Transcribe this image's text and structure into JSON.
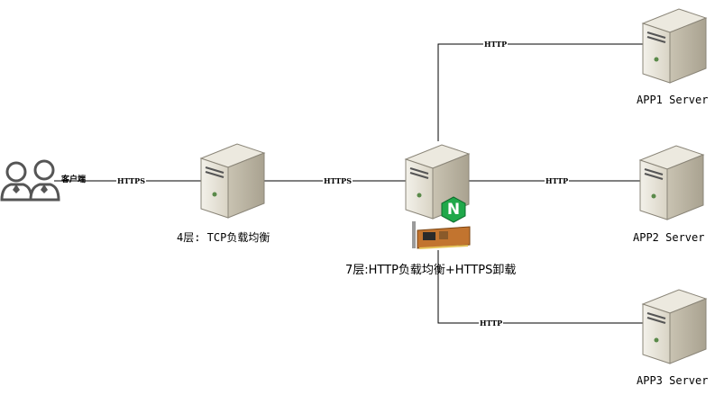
{
  "client": {
    "label": "客户端"
  },
  "links": {
    "client_to_l4": "HTTPS",
    "l4_to_l7": "HTTPS",
    "l7_to_app1": "HTTP",
    "l7_to_app2": "HTTP",
    "l7_to_app3": "HTTP"
  },
  "nodes": {
    "l4": {
      "label": "4层: TCP负载均衡"
    },
    "l7": {
      "label": "7层:HTTP负载均衡+HTTPS卸载",
      "badge": "N"
    },
    "app1": {
      "label": "APP1 Server"
    },
    "app2": {
      "label": "APP2 Server"
    },
    "app3": {
      "label": "APP3 Server"
    }
  }
}
